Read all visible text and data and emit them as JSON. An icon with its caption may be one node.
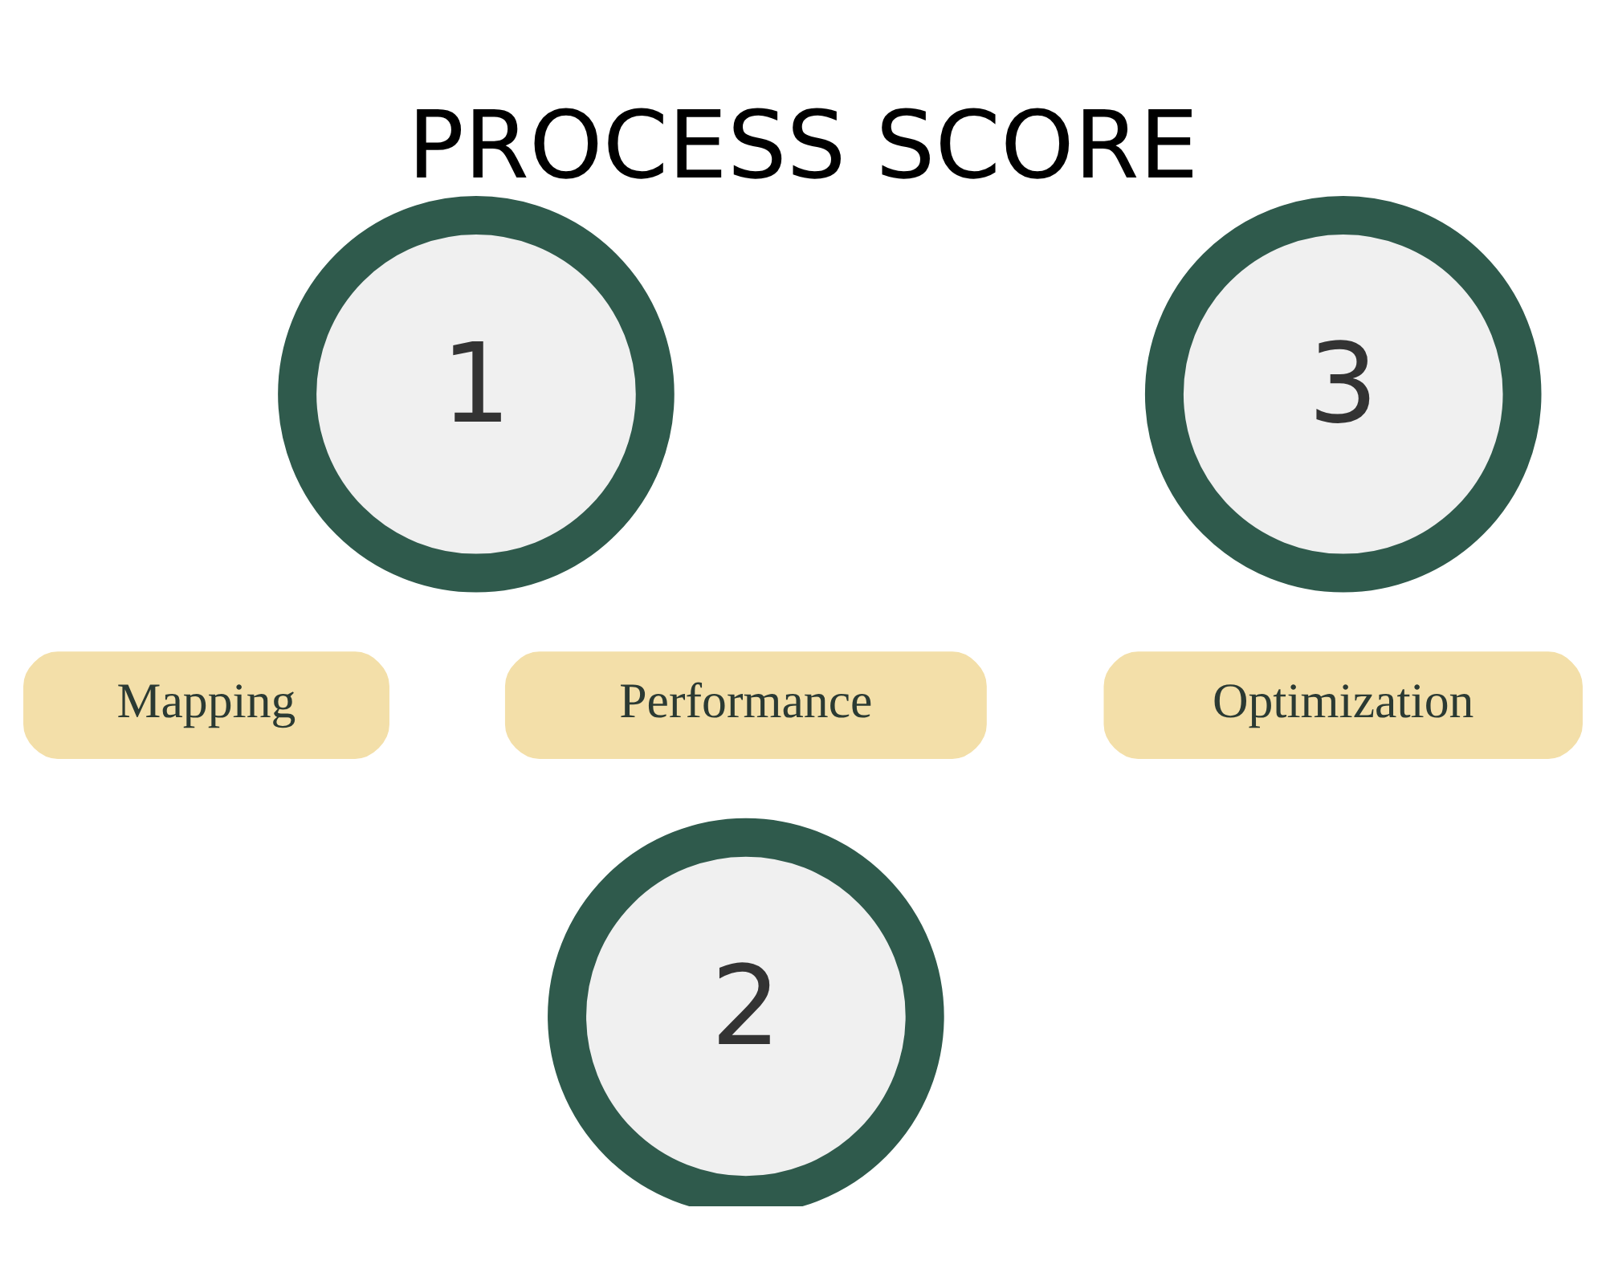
{
  "diagram": {
    "title": "PROCESS SCORE",
    "nodes": [
      {
        "text": [
          "1"
        ]
      },
      {
        "text": [
          "3"
        ]
      },
      {
        "text": [
          "Performance"
        ]
      },
      {
        "text": [
          "Mapping"
        ]
      },
      {
        "text": [
          "Optimization"
        ]
      },
      {
        "text": [
          "2"
        ]
      }
    ],
    "edges": []
  }
}
